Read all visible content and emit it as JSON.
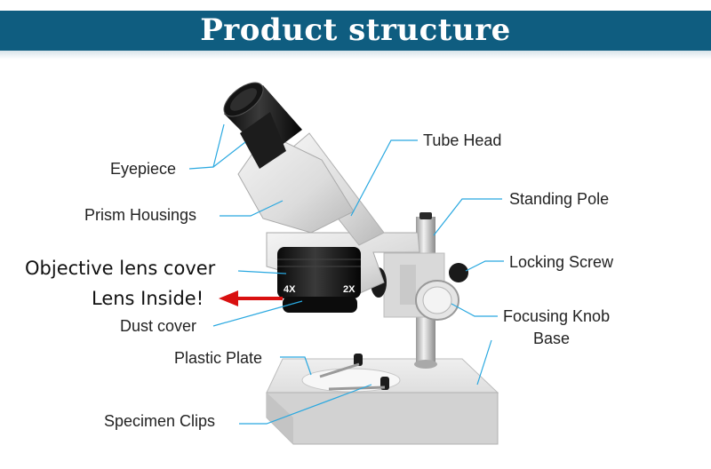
{
  "header": {
    "title": "Product structure"
  },
  "labels": {
    "eyepiece": "Eyepiece",
    "prism_housings": "Prism Housings",
    "tube_head": "Tube Head",
    "standing_pole": "Standing Pole",
    "objective_lens_cover": "Objective lens cover",
    "lens_inside": "Lens Inside!",
    "locking_screw": "Locking Screw",
    "dust_cover": "Dust cover",
    "focusing_knob": "Focusing Knob",
    "base": "Base",
    "plastic_plate": "Plastic Plate",
    "specimen_clips": "Specimen Clips"
  },
  "objective_marks": {
    "left": "4X",
    "right": "2X"
  },
  "colors": {
    "banner": "#0f5d80",
    "leader": "#29a8e0",
    "arrow": "#d91010"
  }
}
